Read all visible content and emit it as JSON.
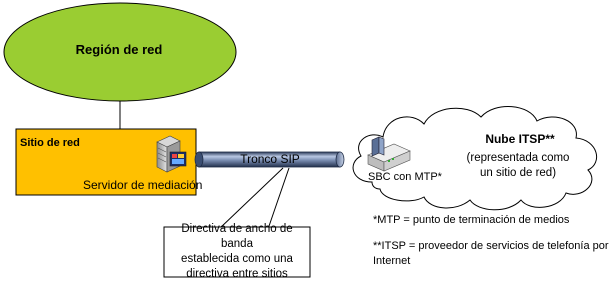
{
  "diagram": {
    "network_region": {
      "label": "Región de red"
    },
    "network_site": {
      "label": "Sitio de red",
      "server_label": "Servidor de mediación"
    },
    "trunk": {
      "label": "Tronco SIP"
    },
    "cloud": {
      "title": "Nube ITSP**",
      "subtitle_line1": "(representada como",
      "subtitle_line2": "un sitio de red)",
      "sbc_label": "SBC con MTP*"
    },
    "callout": {
      "line1": "Directiva de ancho de banda",
      "line2": "establecida como una",
      "line3": "directiva entre sitios"
    },
    "notes": {
      "mtp": "*MTP = punto de terminación de medios",
      "itsp": "**ITSP = proveedor de servicios de telefonía por Internet"
    },
    "colors": {
      "region_fill": "#9ACD32",
      "site_fill": "#FFC000",
      "trunk": "#3B4E72",
      "cloud_fill": "#FFFFFF",
      "outline": "#000000"
    },
    "icons": [
      "mediation-server-icon",
      "sbc-device-icon"
    ]
  }
}
